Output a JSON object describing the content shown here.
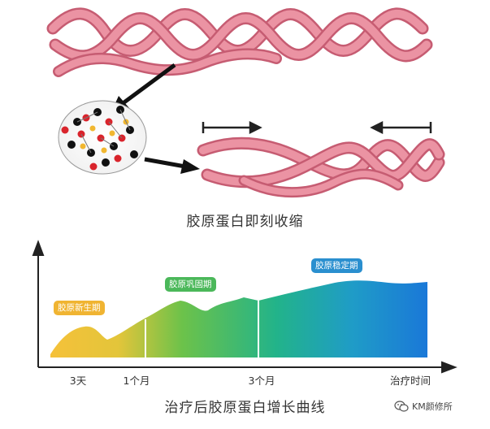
{
  "top_caption": "胶原蛋白即刻收缩",
  "bottom_caption": "治疗后胶原蛋白增长曲线",
  "phases": [
    "胶原新生期",
    "胶原巩固期",
    "胶原稳定期"
  ],
  "x_ticks": [
    "3天",
    "1个月",
    "3个月",
    "治疗时间"
  ],
  "watermark": "KM颜修所",
  "colors": {
    "collagen_pink": "#e8889a",
    "phase_new": "#f0b432",
    "phase_consolidate": "#4bb85a",
    "phase_stable": "#2a8fcf"
  }
}
